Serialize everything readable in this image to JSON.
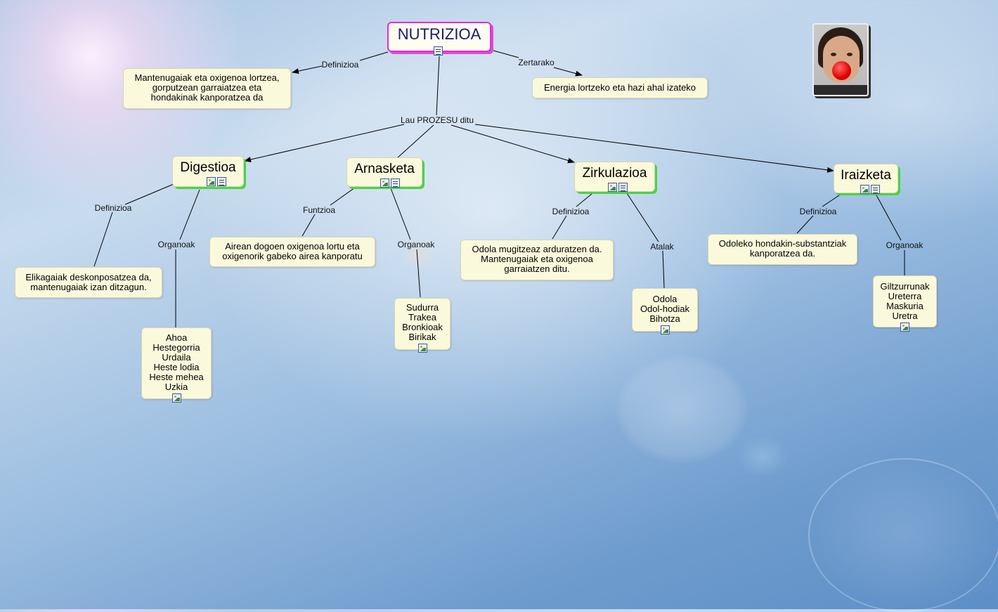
{
  "concepts": {
    "nutrizioa": "NUTRIZIOA",
    "def_nutrizioa": "Mantenugaiak eta oxigenoa lortzea, gorputzean garraiatzea eta hondakinak kanporatzea da",
    "zertarako": "Energia lortzeko eta hazi ahal izateko",
    "digestioa": "Digestioa",
    "arnasketa": "Arnasketa",
    "zirkulazioa": "Zirkulazioa",
    "iraizketa": "Iraizketa",
    "def_digestioa": "Elikagaiak deskonposatzea da, mantenugaiak izan ditzagun.",
    "org_digestioa": [
      "Ahoa",
      "Hestegorria",
      "Urdaila",
      "Heste lodia",
      "Heste mehea",
      "Uzkia"
    ],
    "fun_arnasketa": "Airean dogoen oxigenoa lortu eta oxigenorik gabeko airea kanporatu",
    "org_arnasketa": [
      "Sudurra",
      "Trakea",
      "Bronkioak",
      "Birikak"
    ],
    "def_zirkulazioa": "Odola mugitzeaz arduratzen da. Mantenugaiak eta oxigenoa garraiatzen ditu.",
    "atal_zirkulazioa": [
      "Odola",
      "Odol-hodiak",
      "Bihotza"
    ],
    "def_iraizketa": "Odoleko hondakin-substantziak kanporatzea da.",
    "org_iraizketa": [
      "Giltzurrunak",
      "Ureterra",
      "Maskuria",
      "Uretra"
    ]
  },
  "links": {
    "definizioa_main": "Definizioa",
    "zertarako": "Zertarako",
    "lau_prozesu": "Lau PROZESU ditu",
    "dig_definizioa": "Definizioa",
    "dig_organoak": "Organoak",
    "arn_funtzioa": "Funtzioa",
    "arn_organoak": "Organoak",
    "zir_definizioa": "Definizioa",
    "zir_atalak": "Atalak",
    "irai_definizioa": "Definizioa",
    "irai_organoak": "Organoak"
  },
  "colors": {
    "main_border": "#e030d0",
    "process_shadow": "#4ad24a",
    "concept_fill": "#fbf9dc",
    "line": "#000000"
  }
}
